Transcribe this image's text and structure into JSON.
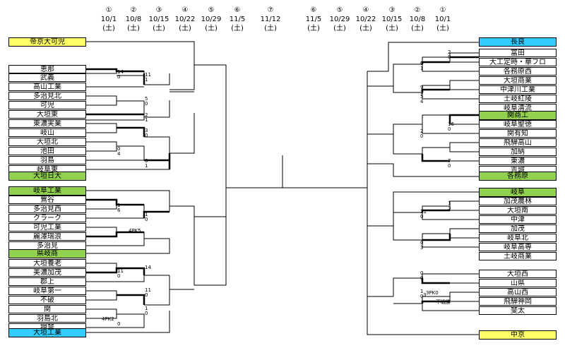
{
  "rounds": [
    {
      "no": "①",
      "date": "10/1",
      "day": "(土)"
    },
    {
      "no": "②",
      "date": "10/8",
      "day": "(土)"
    },
    {
      "no": "③",
      "date": "10/15",
      "day": "(土)"
    },
    {
      "no": "④",
      "date": "10/22",
      "day": "(土)"
    },
    {
      "no": "⑤",
      "date": "10/29",
      "day": "(土)"
    },
    {
      "no": "⑥",
      "date": "11/5",
      "day": "(土)"
    },
    {
      "no": "⑦",
      "date": "11/12",
      "day": "(土)"
    },
    {
      "no": "⑥",
      "date": "11/5",
      "day": "(土)"
    },
    {
      "no": "⑤",
      "date": "10/29",
      "day": "(土)"
    },
    {
      "no": "④",
      "date": "10/22",
      "day": "(土)"
    },
    {
      "no": "③",
      "date": "10/15",
      "day": "(土)"
    },
    {
      "no": "②",
      "date": "10/8",
      "day": "(土)"
    },
    {
      "no": "①",
      "date": "10/1",
      "day": "(土)"
    }
  ],
  "colors": {
    "yellow": "#ffff66",
    "green": "#92d050",
    "blue": "#33ccff",
    "line": "#000000"
  },
  "left_teams": [
    {
      "name": "帝京大可児",
      "color": "yellow"
    },
    {
      "name": "恵那"
    },
    {
      "name": "武義"
    },
    {
      "name": "高山工業"
    },
    {
      "name": "多治見北"
    },
    {
      "name": "可児"
    },
    {
      "name": "大垣東"
    },
    {
      "name": "東濃実業"
    },
    {
      "name": "岐山"
    },
    {
      "name": "大垣北"
    },
    {
      "name": "池田"
    },
    {
      "name": "羽島"
    },
    {
      "name": "岐阜東"
    },
    {
      "name": "大垣日大",
      "color": "green"
    },
    {
      "name": "岐阜工業",
      "color": "green"
    },
    {
      "name": "鶯谷"
    },
    {
      "name": "多治見西"
    },
    {
      "name": "クラーク"
    },
    {
      "name": "可児工業"
    },
    {
      "name": "麗澤瑞浪"
    },
    {
      "name": "多治見"
    },
    {
      "name": "県岐商",
      "color": "green"
    },
    {
      "name": "大垣養老"
    },
    {
      "name": "美濃加茂"
    },
    {
      "name": "郡上"
    },
    {
      "name": "岐阜第一"
    },
    {
      "name": "不破"
    },
    {
      "name": "関"
    },
    {
      "name": "羽島北"
    },
    {
      "name": "揖斐"
    },
    {
      "name": "大垣工業",
      "color": "blue"
    }
  ],
  "right_teams": [
    {
      "name": "長良",
      "color": "blue"
    },
    {
      "name": "富田"
    },
    {
      "name": "大工定時・華フロ"
    },
    {
      "name": "各務原西"
    },
    {
      "name": "大垣商業"
    },
    {
      "name": "中津川工業"
    },
    {
      "name": "土岐紅陵"
    },
    {
      "name": "岐阜清流"
    },
    {
      "name": "関商工",
      "color": "green"
    },
    {
      "name": "岐阜聖徳"
    },
    {
      "name": "関有知"
    },
    {
      "name": "飛騨高山"
    },
    {
      "name": "加納"
    },
    {
      "name": "東濃"
    },
    {
      "name": "吉城"
    },
    {
      "name": "各務原",
      "color": "green"
    },
    {
      "name": "岐阜",
      "color": "green"
    },
    {
      "name": "加茂農林"
    },
    {
      "name": "大垣南"
    },
    {
      "name": "中津"
    },
    {
      "name": "加茂"
    },
    {
      "name": "岐阜北"
    },
    {
      "name": "岐阜高専"
    },
    {
      "name": "土岐商業"
    },
    {
      "name": "大垣西"
    },
    {
      "name": "山県"
    },
    {
      "name": "高山西"
    },
    {
      "name": "飛騨神岡"
    },
    {
      "name": "斐太"
    },
    {
      "name": "中京",
      "color": "yellow"
    }
  ],
  "scores": [
    "14",
    "0",
    "11",
    "1",
    "5",
    "0",
    "2",
    "1",
    "3",
    "0",
    "0",
    "4",
    "0",
    "1",
    "1",
    "6",
    "4PK5",
    "1",
    "0",
    "14",
    "11",
    "0",
    "11",
    "0",
    "1",
    "0",
    "4PK2",
    "0",
    "2",
    "0",
    "0",
    "1",
    "9",
    "1",
    "5",
    "4",
    "16",
    "0",
    "2",
    "0",
    "7",
    "0",
    "11",
    "0",
    "1",
    "3",
    "0",
    "3",
    "0",
    "0",
    "1",
    "0",
    "3",
    "3PK0",
    "不戦勝"
  ]
}
